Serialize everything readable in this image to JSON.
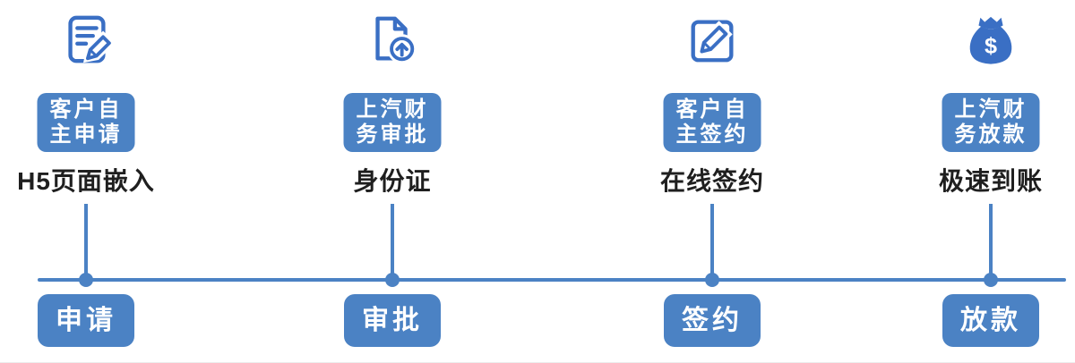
{
  "colors": {
    "accent_blue": "#4b82c4",
    "icon_blue": "#3a6fc4",
    "text_dark": "#1f1f1f",
    "badge_text": "#ffffff"
  },
  "steps": [
    {
      "icon": "document-edit-icon",
      "badge_line1": "客户自",
      "badge_line2": "主申请",
      "description": "H5页面嵌入",
      "stage_label": "申请"
    },
    {
      "icon": "document-upload-icon",
      "badge_line1": "上汽财",
      "badge_line2": "务审批",
      "description": "身份证",
      "stage_label": "审批"
    },
    {
      "icon": "edit-square-icon",
      "badge_line1": "客户自",
      "badge_line2": "主签约",
      "description": "在线签约",
      "stage_label": "签约"
    },
    {
      "icon": "money-bag-icon",
      "badge_line1": "上汽财",
      "badge_line2": "务放款",
      "description": "极速到账",
      "stage_label": "放款"
    }
  ]
}
